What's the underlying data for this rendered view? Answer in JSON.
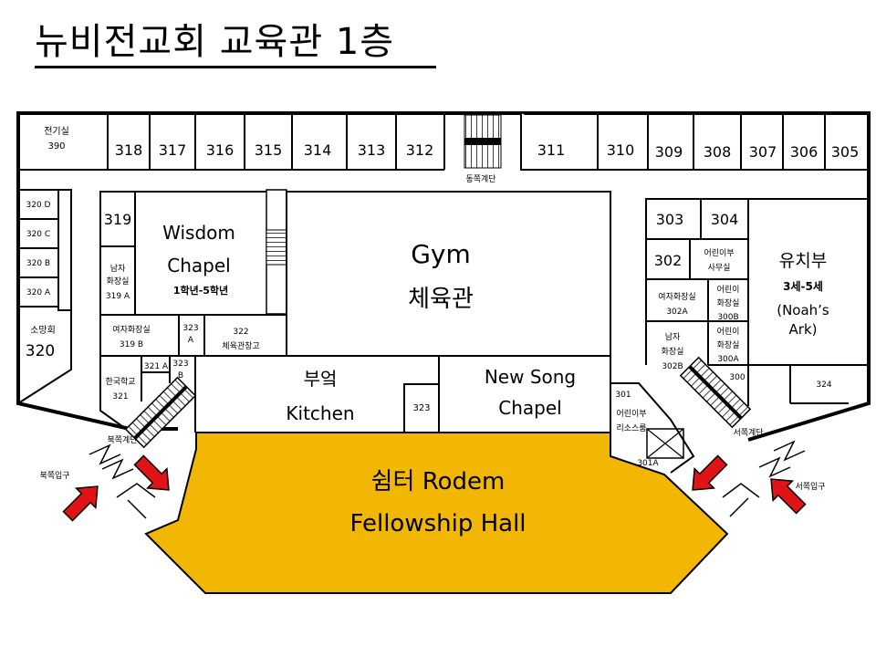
{
  "title": "뉴비전교회 교육관 1층",
  "colors": {
    "hall_fill": "#F2B705",
    "arrow_fill": "#E01414",
    "wall": "#000000",
    "background": "#FFFFFF"
  },
  "rooms": {
    "r390_name": "전기실",
    "r390_num": "390",
    "r318": "318",
    "r317": "317",
    "r316": "316",
    "r315": "315",
    "r314": "314",
    "r313": "313",
    "r312": "312",
    "r311": "311",
    "r310": "310",
    "r309": "309",
    "r308": "308",
    "r307": "307",
    "r306": "306",
    "r305": "305",
    "east_stairs": "동쪽계단",
    "r320d": "320 D",
    "r320c": "320 C",
    "r320b": "320 B",
    "r320a": "320 A",
    "r320_name": "소망회",
    "r320_num": "320",
    "r319": "319",
    "r319a_1": "남자",
    "r319a_2": "화장실",
    "r319a_3": "319 A",
    "wisdom_1": "Wisdom",
    "wisdom_2": "Chapel",
    "wisdom_3": "1학년-5학년",
    "r319b_1": "여자화장실",
    "r319b_2": "319 B",
    "r323a_1": "323",
    "r323a_2": "A",
    "r322_1": "322",
    "r322_2": "체육관창고",
    "gym_1": "Gym",
    "gym_2": "체육관",
    "kitchen_1": "부엌",
    "kitchen_2": "Kitchen",
    "r323": "323",
    "newsong_1": "New Song",
    "newsong_2": "Chapel",
    "r321a": "321 A",
    "r323b_1": "323",
    "r323b_2": "B",
    "r321_1": "한국학교",
    "r321_2": "321",
    "r303": "303",
    "r304": "304",
    "r302": "302",
    "office_1": "어린이부",
    "office_2": "사무실",
    "kinder_1": "유치부",
    "kinder_2": "3세-5세",
    "kinder_3": "(Noah’s",
    "kinder_4": "Ark)",
    "r302a_1": "여자화장실",
    "r302a_2": "302A",
    "r300b_1": "어린이",
    "r300b_2": "화장실",
    "r300b_3": "300B",
    "r302b_1": "남자",
    "r302b_2": "화장실",
    "r302b_3": "302B",
    "r300a_1": "어린이",
    "r300a_2": "화장실",
    "r300a_3": "300A",
    "r300": "300",
    "r324": "324",
    "r301": "301",
    "r301_name_1": "어린이부",
    "r301_name_2": "리소스룸",
    "r301a": "301A",
    "north_stairs": "북쪽계단",
    "west_stairs": "서쪽계단",
    "north_entrance": "북쪽입구",
    "west_entrance": "서쪽입구",
    "hall_1": "쉼터 Rodem",
    "hall_2": "Fellowship Hall"
  }
}
